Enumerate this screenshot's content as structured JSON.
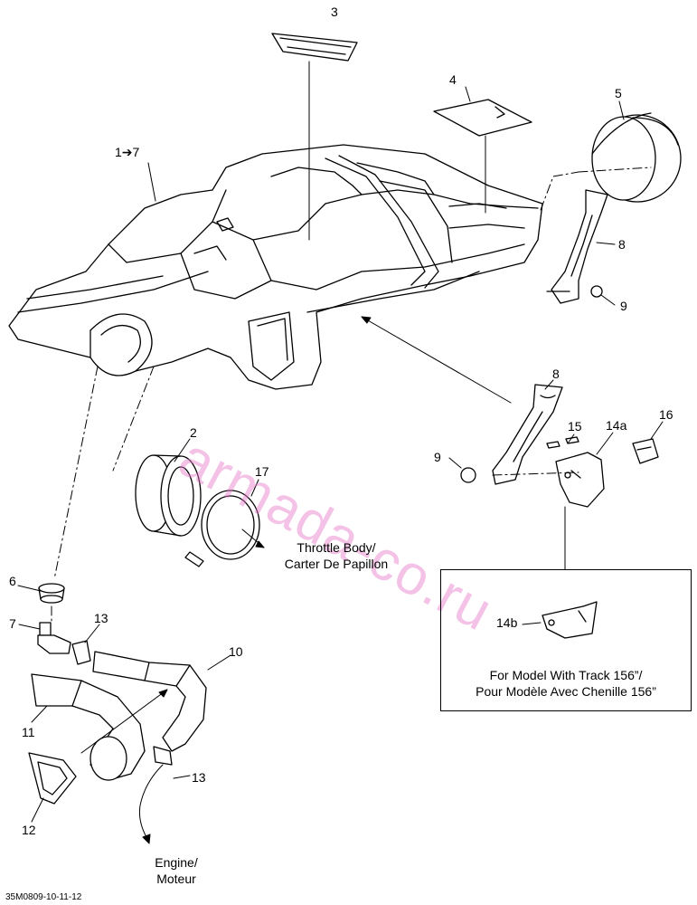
{
  "callouts": {
    "c1_7": "1➔7",
    "c2": "2",
    "c3": "3",
    "c4": "4",
    "c5": "5",
    "c6": "6",
    "c7": "7",
    "c8a": "8",
    "c8b": "8",
    "c9a": "9",
    "c9b": "9",
    "c10": "10",
    "c11": "11",
    "c12": "12",
    "c13a": "13",
    "c13b": "13",
    "c14a": "14a",
    "c14b": "14b",
    "c15": "15",
    "c16": "16",
    "c17": "17"
  },
  "captions": {
    "throttle_line1": "Throttle Body/",
    "throttle_line2": "Carter De Papillon",
    "inset_line1": "For Model With Track 156”/",
    "inset_line2": "Pour Modèle Avec Chenille 156”",
    "engine_line1": "Engine/",
    "engine_line2": "Moteur"
  },
  "watermark": "armada-co.ru",
  "drawing_id": "35M0809-10-11-12",
  "colors": {
    "line": "#000000",
    "watermark": "#e678c8",
    "background": "#ffffff"
  }
}
